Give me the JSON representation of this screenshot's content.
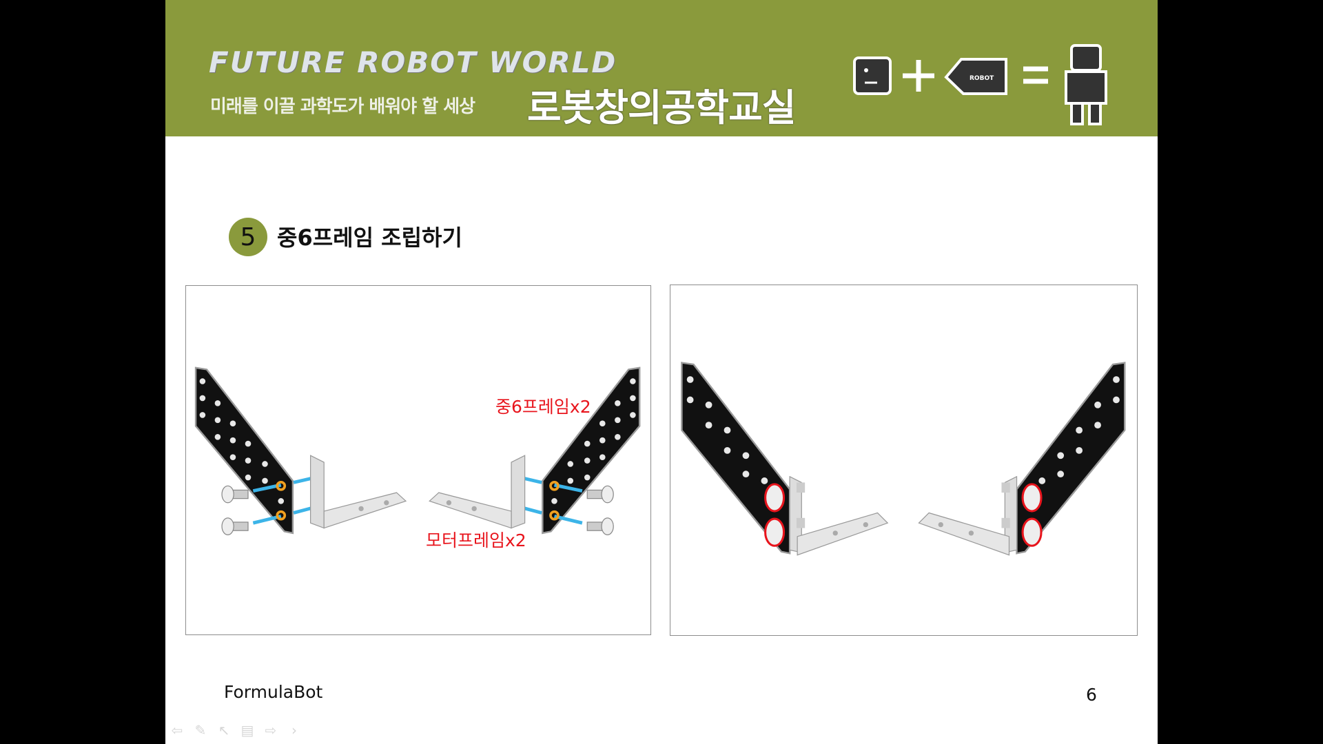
{
  "header": {
    "brand": "FUTURE ROBOT WORLD",
    "tagline": "미래를 이끌 과학도가 배워야 할 세상",
    "course_title": "로봇창의공학교실",
    "logo_text": "ROBOT"
  },
  "step": {
    "number": "5",
    "title": "중6프레임 조립하기"
  },
  "panels": {
    "left": {
      "label_frame": "중6프레임x2",
      "label_motor": "모터프레임x2"
    }
  },
  "footer": {
    "text": "FormulaBot",
    "page_number": "6"
  },
  "toolbar": [
    {
      "icon": "arrow-left-icon"
    },
    {
      "icon": "pen-icon"
    },
    {
      "icon": "pointer-icon"
    },
    {
      "icon": "slides-icon"
    },
    {
      "icon": "arrow-right-icon"
    },
    {
      "icon": "chevron-right-icon"
    }
  ],
  "colors": {
    "header_green": "#8a9a3c",
    "label_red": "#e8141c"
  }
}
